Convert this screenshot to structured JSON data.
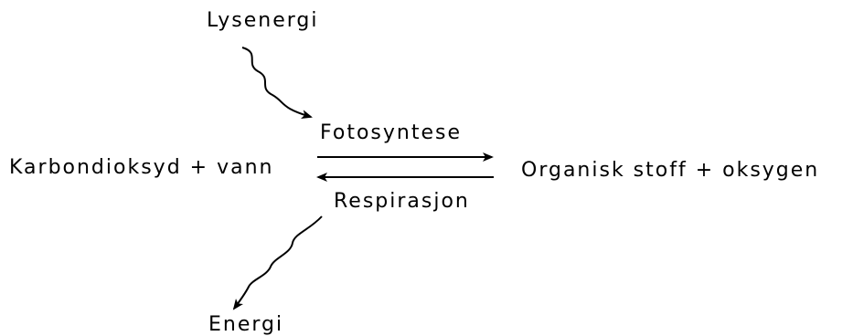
{
  "diagram": {
    "input_energy_label": "Lysenergi",
    "forward_process_label": "Fotosyntese",
    "reactants_label": "Karbondioksyd + vann",
    "products_label": "Organisk stoff + oksygen",
    "reverse_process_label": "Respirasjon",
    "output_energy_label": "Energi"
  },
  "colors": {
    "ink": "#000000",
    "background": "#ffffff"
  }
}
